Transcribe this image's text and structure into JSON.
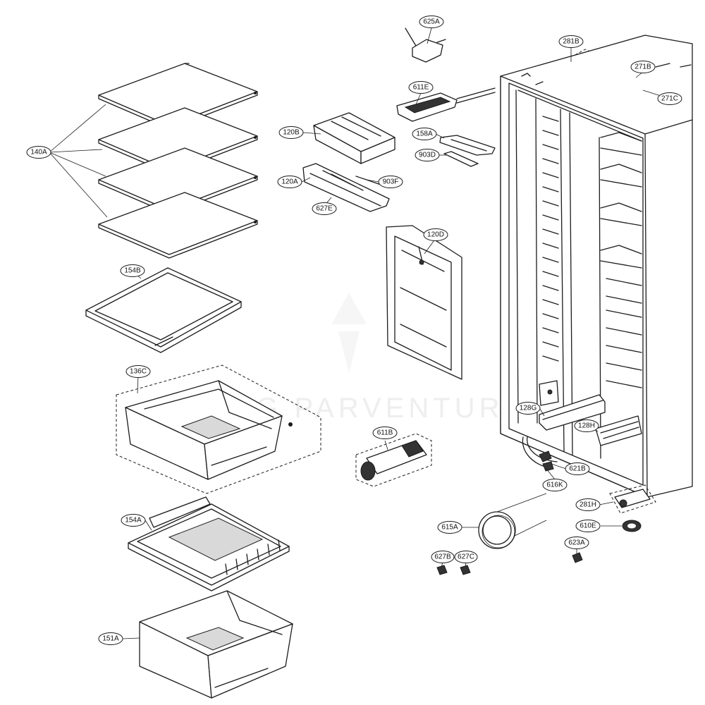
{
  "watermark": "LG PARVENTURE",
  "parts": [
    {
      "id": "625A"
    },
    {
      "id": "281B"
    },
    {
      "id": "271B"
    },
    {
      "id": "611E"
    },
    {
      "id": "271C"
    },
    {
      "id": "140A"
    },
    {
      "id": "120B"
    },
    {
      "id": "158A"
    },
    {
      "id": "903D"
    },
    {
      "id": "120A"
    },
    {
      "id": "903F"
    },
    {
      "id": "627E"
    },
    {
      "id": "120D"
    },
    {
      "id": "154B"
    },
    {
      "id": "136C"
    },
    {
      "id": "128G"
    },
    {
      "id": "128H"
    },
    {
      "id": "611B"
    },
    {
      "id": "621B"
    },
    {
      "id": "616K"
    },
    {
      "id": "281H"
    },
    {
      "id": "154A"
    },
    {
      "id": "615A"
    },
    {
      "id": "610E"
    },
    {
      "id": "623A"
    },
    {
      "id": "627B"
    },
    {
      "id": "627C"
    },
    {
      "id": "151A"
    }
  ]
}
